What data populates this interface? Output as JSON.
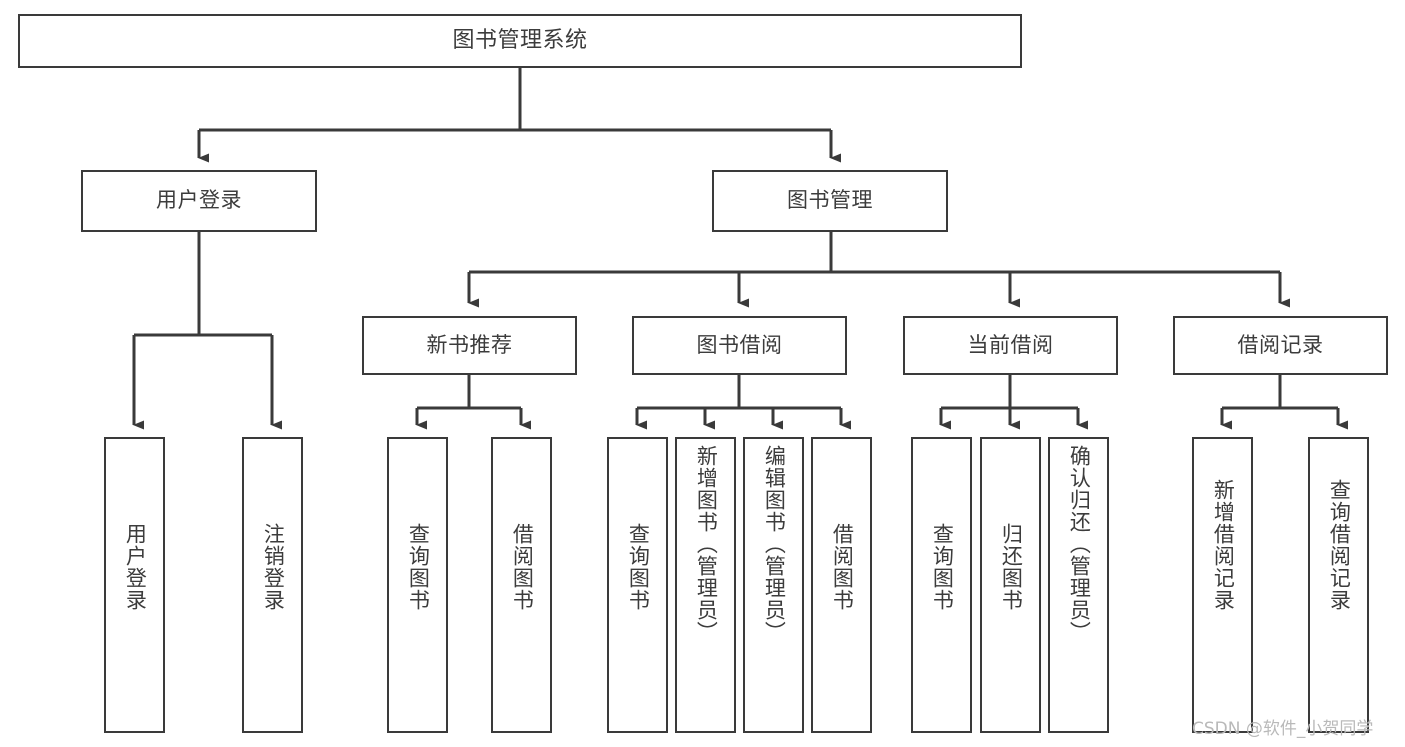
{
  "diagram": {
    "title": "图书管理系统",
    "type": "tree-hierarchy",
    "watermark": "CSDN @软件_小贺同学",
    "colors": {
      "background": "#ffffff",
      "border": "#3a3a3a",
      "text": "#3c3c3c",
      "connector": "#3a3a3a",
      "watermark": "#b9b9b9"
    },
    "nodes": {
      "root": {
        "label": "图书管理系统",
        "level": 1
      },
      "user_login": {
        "label": "用户登录",
        "level": 2
      },
      "book_manage": {
        "label": "图书管理",
        "level": 2
      },
      "new_book_rec": {
        "label": "新书推荐",
        "level": 3
      },
      "book_borrow": {
        "label": "图书借阅",
        "level": 3
      },
      "current_borrow": {
        "label": "当前借阅",
        "level": 3
      },
      "borrow_record": {
        "label": "借阅记录",
        "level": 3
      },
      "leaf_user_login": {
        "label": "用户登录",
        "level": 4
      },
      "leaf_logout": {
        "label": "注销登录",
        "level": 4
      },
      "leaf_query_book_1": {
        "label": "查询图书",
        "level": 4
      },
      "leaf_borrow_book_1": {
        "label": "借阅图书",
        "level": 4
      },
      "leaf_query_book_2": {
        "label": "查询图书",
        "level": 4
      },
      "leaf_add_book": {
        "label": "新增图书（管理员）",
        "level": 4
      },
      "leaf_edit_book": {
        "label": "编辑图书（管理员）",
        "level": 4
      },
      "leaf_borrow_book_2": {
        "label": "借阅图书",
        "level": 4
      },
      "leaf_query_book_3": {
        "label": "查询图书",
        "level": 4
      },
      "leaf_return_book": {
        "label": "归还图书",
        "level": 4
      },
      "leaf_confirm_return": {
        "label": "确认归还（管理员）",
        "level": 4
      },
      "leaf_add_record": {
        "label": "新增借阅记录",
        "level": 4
      },
      "leaf_query_record": {
        "label": "查询借阅记录",
        "level": 4
      }
    },
    "edges": [
      {
        "from": "root",
        "to": "user_login"
      },
      {
        "from": "root",
        "to": "book_manage"
      },
      {
        "from": "user_login",
        "to": "leaf_user_login"
      },
      {
        "from": "user_login",
        "to": "leaf_logout"
      },
      {
        "from": "book_manage",
        "to": "new_book_rec"
      },
      {
        "from": "book_manage",
        "to": "book_borrow"
      },
      {
        "from": "book_manage",
        "to": "current_borrow"
      },
      {
        "from": "book_manage",
        "to": "borrow_record"
      },
      {
        "from": "new_book_rec",
        "to": "leaf_query_book_1"
      },
      {
        "from": "new_book_rec",
        "to": "leaf_borrow_book_1"
      },
      {
        "from": "book_borrow",
        "to": "leaf_query_book_2"
      },
      {
        "from": "book_borrow",
        "to": "leaf_add_book"
      },
      {
        "from": "book_borrow",
        "to": "leaf_edit_book"
      },
      {
        "from": "book_borrow",
        "to": "leaf_borrow_book_2"
      },
      {
        "from": "current_borrow",
        "to": "leaf_query_book_3"
      },
      {
        "from": "current_borrow",
        "to": "leaf_return_book"
      },
      {
        "from": "current_borrow",
        "to": "leaf_confirm_return"
      },
      {
        "from": "borrow_record",
        "to": "leaf_add_record"
      },
      {
        "from": "borrow_record",
        "to": "leaf_query_record"
      }
    ]
  }
}
